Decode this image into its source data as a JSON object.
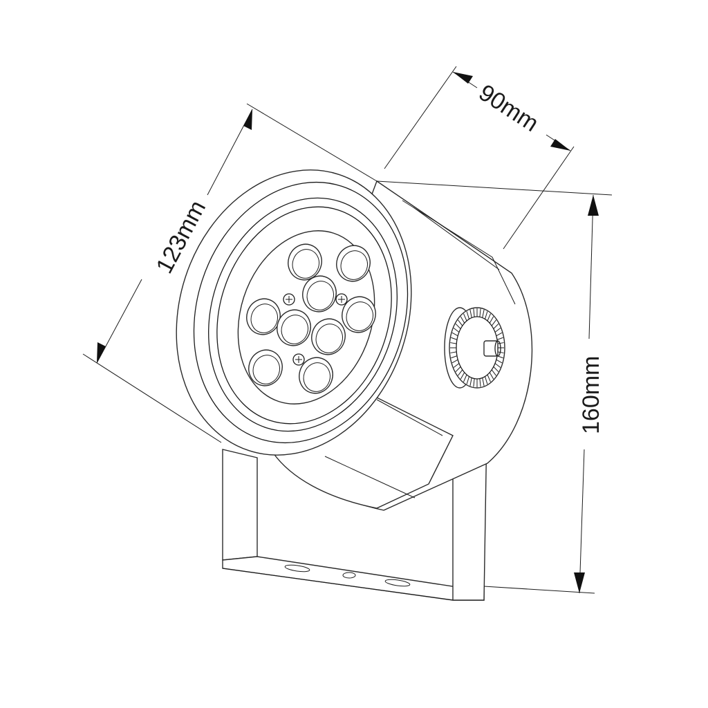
{
  "dimensions": {
    "width": {
      "label": "90mm"
    },
    "depth": {
      "label": "123mm"
    },
    "height": {
      "label": "160mm"
    }
  },
  "product": {
    "led_count": 9
  },
  "colors": {
    "line": "#1a1a1a",
    "background": "#ffffff"
  }
}
